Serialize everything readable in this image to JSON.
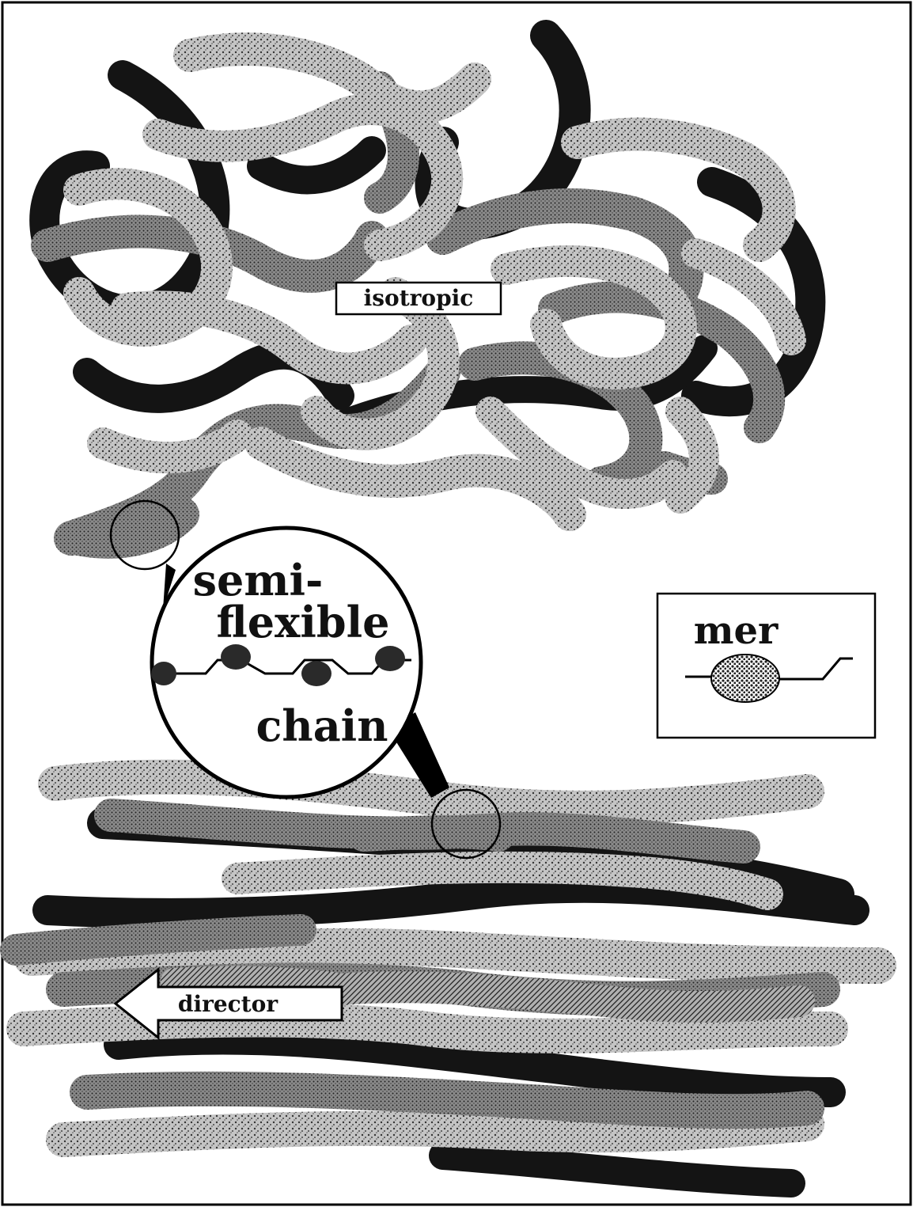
{
  "labels": {
    "isotropic": "isotropic",
    "callout_line1": "semi-",
    "callout_line2": "flexible",
    "callout_line3": "chain",
    "legend_title": "mer",
    "director": "director"
  },
  "colors": {
    "background": "#ffffff",
    "frame": "#000000",
    "chain_dark": "#141414",
    "chain_mid": "#8a8a8a",
    "chain_light": "#b4b4b4",
    "chain_hatched": "#9c9c9c",
    "mer_bead": "#3a3a3a"
  },
  "icons": [
    "director-arrow-icon",
    "mer-icon",
    "callout-magnifier-icon"
  ]
}
